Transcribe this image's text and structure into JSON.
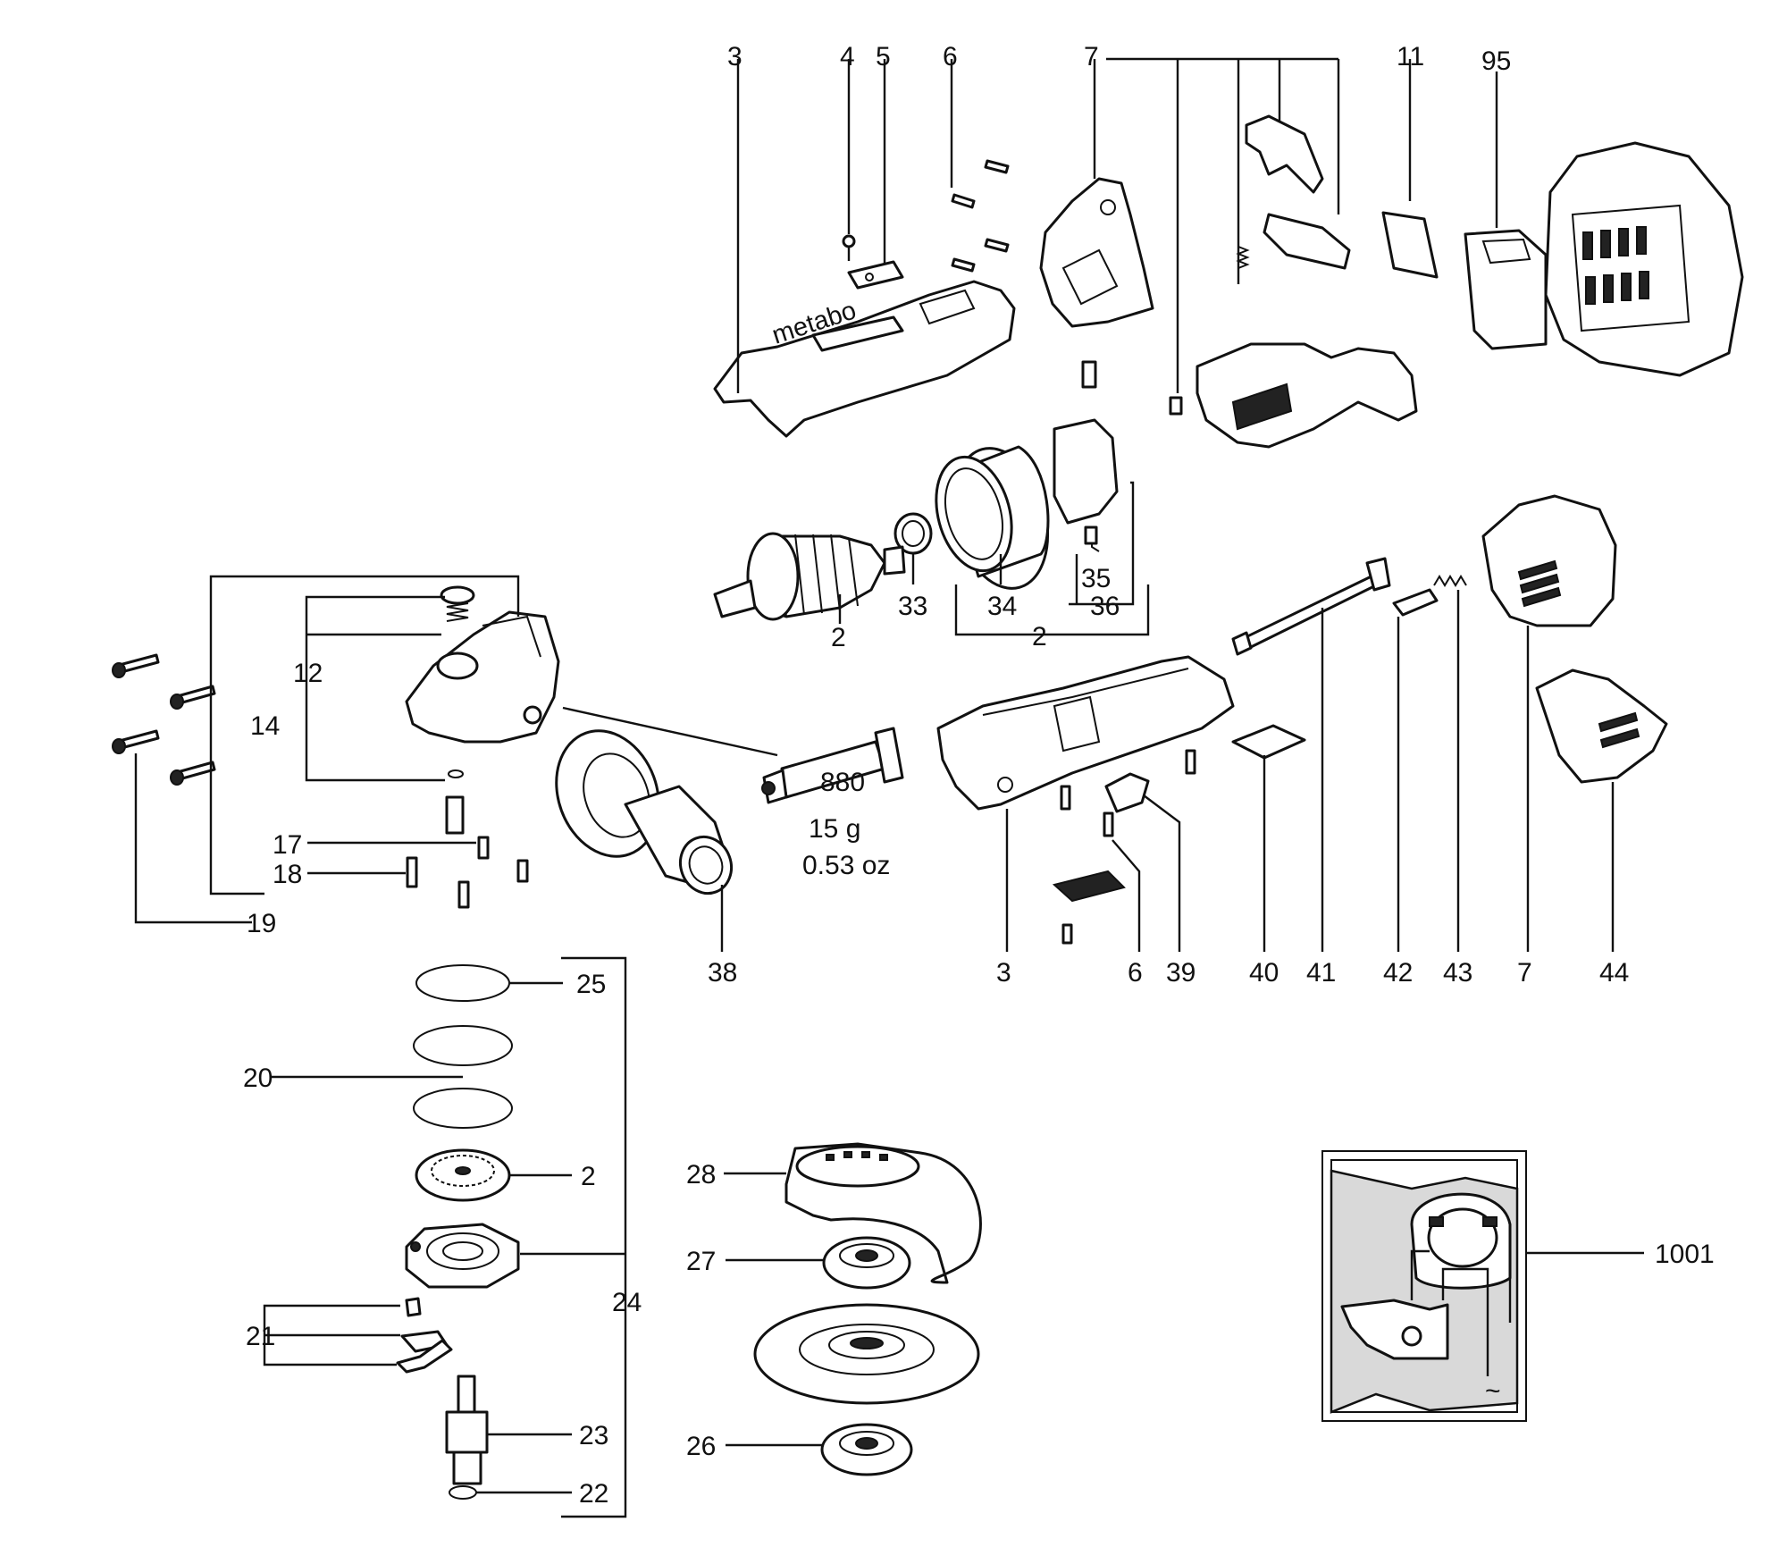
{
  "labels": {
    "p3_top": "3",
    "p4": "4",
    "p5": "5",
    "p6_top": "6",
    "p7_top": "7",
    "p11": "11",
    "p95": "95",
    "p2_rotor": "2",
    "p33": "33",
    "p34": "34",
    "p35": "35",
    "p36": "36",
    "p2_group": "2",
    "p14": "14",
    "p12": "12",
    "p17": "17",
    "p18": "18",
    "p19": "19",
    "p38": "38",
    "p3_bottom": "3",
    "p6_bottom": "6",
    "p39": "39",
    "p40": "40",
    "p41": "41",
    "p42": "42",
    "p43": "43",
    "p7_bottom": "7",
    "p44": "44",
    "p25": "25",
    "p20": "20",
    "p2_gear": "2",
    "p24": "24",
    "p21": "21",
    "p23": "23",
    "p22": "22",
    "p28": "28",
    "p27": "27",
    "p26": "26",
    "p1001": "1001"
  },
  "grease": {
    "tube_code": "880",
    "weight_g": "15 g",
    "weight_oz": "0.53  oz"
  },
  "housing_brand": "metabo",
  "icons": {
    "ac_symbol": "~"
  }
}
